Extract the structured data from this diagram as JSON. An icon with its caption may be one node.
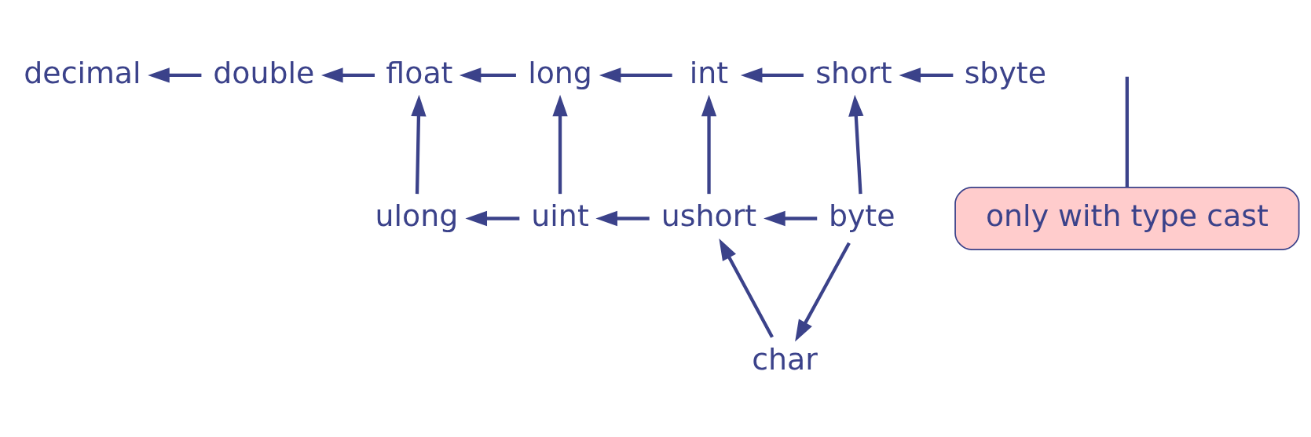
{
  "diagram": {
    "nodes": [
      {
        "text": [
          "decimal"
        ]
      },
      {
        "text": [
          "double"
        ]
      },
      {
        "text": [
          "float"
        ]
      },
      {
        "text": [
          "long"
        ]
      },
      {
        "text": [
          "int"
        ]
      },
      {
        "text": [
          "short"
        ]
      },
      {
        "text": [
          "sbyte"
        ]
      },
      {
        "text": [
          "ulong"
        ]
      },
      {
        "text": [
          "uint"
        ]
      },
      {
        "text": [
          "ushort"
        ]
      },
      {
        "text": [
          "byte"
        ]
      },
      {
        "text": [
          "char"
        ]
      },
      {
        "text": [
          "only with type cast"
        ]
      }
    ],
    "edges": [
      {
        "from": 1,
        "to": 0,
        "arrow": "to"
      },
      {
        "from": 2,
        "to": 1,
        "arrow": "to"
      },
      {
        "from": 3,
        "to": 2,
        "arrow": "to"
      },
      {
        "from": 4,
        "to": 3,
        "arrow": "to"
      },
      {
        "from": 5,
        "to": 4,
        "arrow": "to"
      },
      {
        "from": 6,
        "to": 5,
        "arrow": "to"
      },
      {
        "from": 7,
        "to": 2,
        "arrow": "to"
      },
      {
        "from": 8,
        "to": 3,
        "arrow": "to"
      },
      {
        "from": 8,
        "to": 7,
        "arrow": "to"
      },
      {
        "from": 9,
        "to": 4,
        "arrow": "to"
      },
      {
        "from": 9,
        "to": 8,
        "arrow": "to"
      },
      {
        "from": 10,
        "to": 5,
        "arrow": "to"
      },
      {
        "from": 10,
        "to": 9,
        "arrow": "to"
      },
      {
        "from": 10,
        "to": 11,
        "arrow": "to"
      },
      {
        "from": 11,
        "to": 9,
        "arrow": "to"
      },
      {
        "from": 12,
        "to": null,
        "arrow": "none"
      }
    ]
  }
}
